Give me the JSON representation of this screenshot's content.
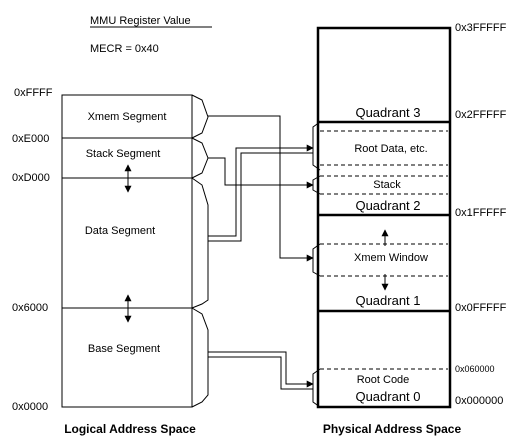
{
  "register": {
    "header": "MMU Register Value",
    "mecr": "MECR = 0x40"
  },
  "logical": {
    "caption": "Logical Address Space",
    "addresses": [
      "0xFFFF",
      "0xE000",
      "0xD000",
      "0x6000",
      "0x0000"
    ],
    "segments": [
      "Xmem Segment",
      "Stack Segment",
      "Data Segment",
      "Base Segment"
    ]
  },
  "physical": {
    "caption": "Physical Address Space",
    "addresses": [
      "0x3FFFFF",
      "0x2FFFFF",
      "0x1FFFFF",
      "0x0FFFFF",
      "0x060000",
      "0x000000"
    ],
    "quadrants": [
      "Quadrant 3",
      "Quadrant 2",
      "Quadrant 1",
      "Quadrant 0"
    ],
    "regions": [
      "Root Data, etc.",
      "Stack",
      "Xmem Window",
      "Root Code"
    ]
  }
}
